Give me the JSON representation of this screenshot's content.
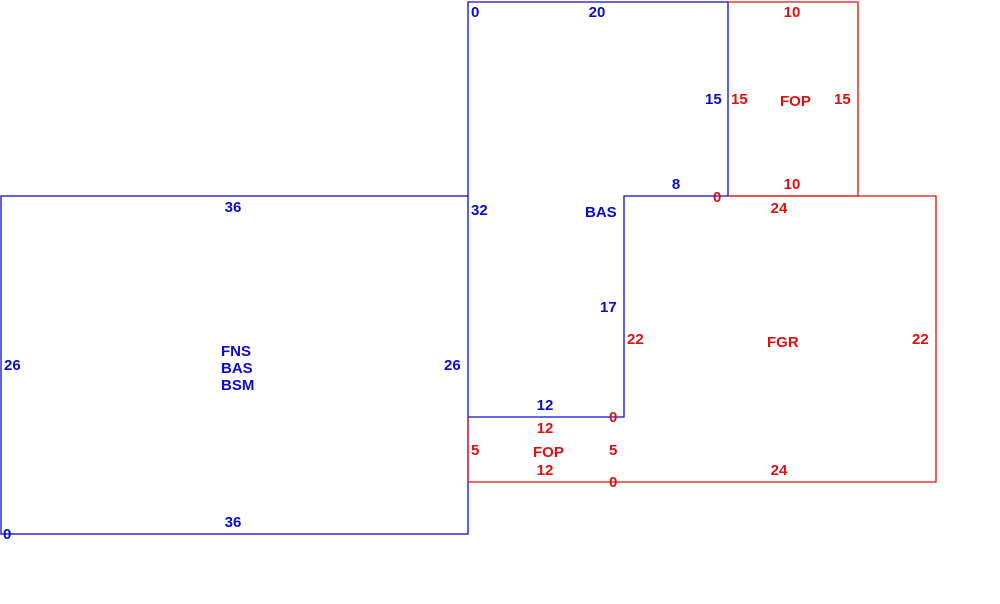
{
  "colors": {
    "blue": "#0a0ad0",
    "red": "#e01010"
  },
  "rooms": {
    "basement_main": {
      "codes": [
        "FNS",
        "BAS",
        "BSM"
      ],
      "width_top": "36",
      "width_bottom": "36",
      "height_left": "26",
      "height_right": "26",
      "origin": "0"
    },
    "basement_upper": {
      "code": "BAS",
      "top": "20",
      "origin": "0",
      "left_side": "32",
      "right_upper": "15",
      "step": "8",
      "right_lower": "17",
      "bottom": "12"
    },
    "porch_top": {
      "code": "FOP",
      "top": "10",
      "left": "15",
      "right": "15",
      "bottom": "10",
      "origin": "0"
    },
    "garage": {
      "code": "FGR",
      "top": "24",
      "bottom": "24",
      "left": "22",
      "right": "22",
      "origin": "0"
    },
    "porch_bottom": {
      "code": "FOP",
      "top": "12",
      "bottom": "12",
      "left": "5",
      "right": "5",
      "origin_top": "0",
      "origin_bottom": "0"
    }
  }
}
